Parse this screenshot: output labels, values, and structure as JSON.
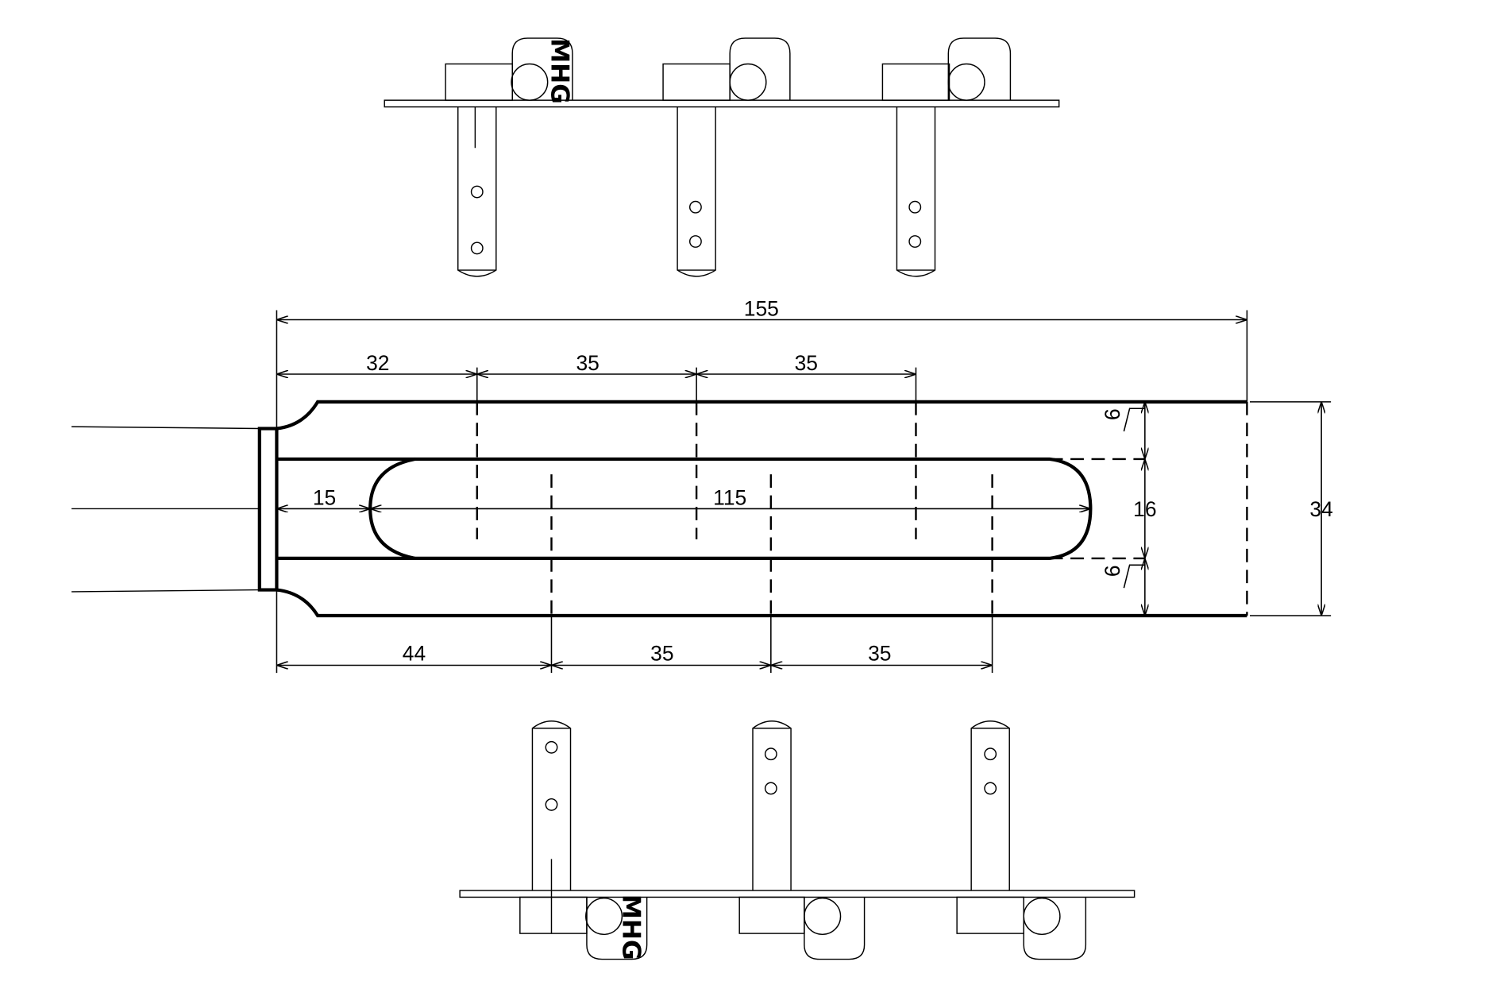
{
  "logo_text": "MHG",
  "dimensions": {
    "overall_length": "155",
    "top_offsets": [
      "32",
      "35",
      "35"
    ],
    "bottom_offsets": [
      "44",
      "35",
      "35"
    ],
    "slot_start": "15",
    "slot_length": "115",
    "slot_width": "16",
    "edge_margin_top": "9",
    "edge_margin_bottom": "9",
    "overall_width": "34"
  }
}
